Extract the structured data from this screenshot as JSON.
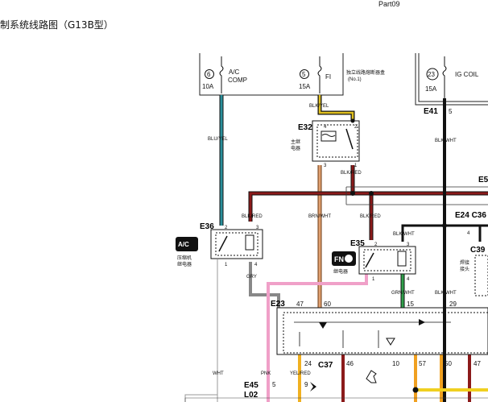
{
  "header": {
    "part": "Part09",
    "title": "制系统线路图（G13B型）"
  },
  "fuses": {
    "f6": {
      "num": "6",
      "amp": "10A",
      "name_l1": "A/C",
      "name_l2": "COMP"
    },
    "f5": {
      "num": "5",
      "amp": "15A",
      "name": "FI"
    },
    "f23": {
      "num": "23",
      "amp": "15A",
      "name": "IG COIL"
    },
    "box_l1": "独立线路熔断器盒",
    "box_l2": "(No.1)"
  },
  "connectors": {
    "e32": "E32",
    "e41": "E41",
    "e41_pin": "5",
    "e36": "E36",
    "e35": "E35",
    "e24c36": "E24 C36",
    "c39": "C39",
    "e23": "E23",
    "c37": "C37",
    "e45": "E45",
    "l02": "L02",
    "e5_partial": "E5"
  },
  "relays": {
    "main_l1": "主继",
    "main_l2": "电器",
    "comp_l1": "压缩机",
    "comp_l2": "继电器",
    "fan": "继电器",
    "c39_l1": "焊接",
    "c39_l2": "接头"
  },
  "wires": {
    "blu_yel": "BLU/YEL",
    "blk_yel": "BLK/YEL",
    "blk_wht": "BLK/WHT",
    "blk_red": "BLK/RED",
    "brn_wht": "BRN/WHT",
    "gry": "GRY",
    "grn_wht": "GRN/WHT",
    "wht": "WHT",
    "pnk": "PNK",
    "yel_red": "YEL/RED"
  },
  "pins": {
    "e32_4": "4",
    "e32_2": "2",
    "e32_3": "3",
    "e32_1": "1",
    "e36_2": "2",
    "e36_3": "3",
    "e36_1": "1",
    "e36_4": "4",
    "e35_1": "1",
    "e35_2": "2",
    "e35_3": "3",
    "e35_4": "4",
    "e24_4": "4",
    "ecm_47": "47",
    "ecm_60": "60",
    "ecm_15": "15",
    "ecm_29": "29",
    "c37_24": "24",
    "c37_46": "46",
    "c37_10": "10",
    "c37_57": "57",
    "c37_50": "50",
    "c37_47": "47",
    "e45_5": "5",
    "l02_9": "9"
  }
}
